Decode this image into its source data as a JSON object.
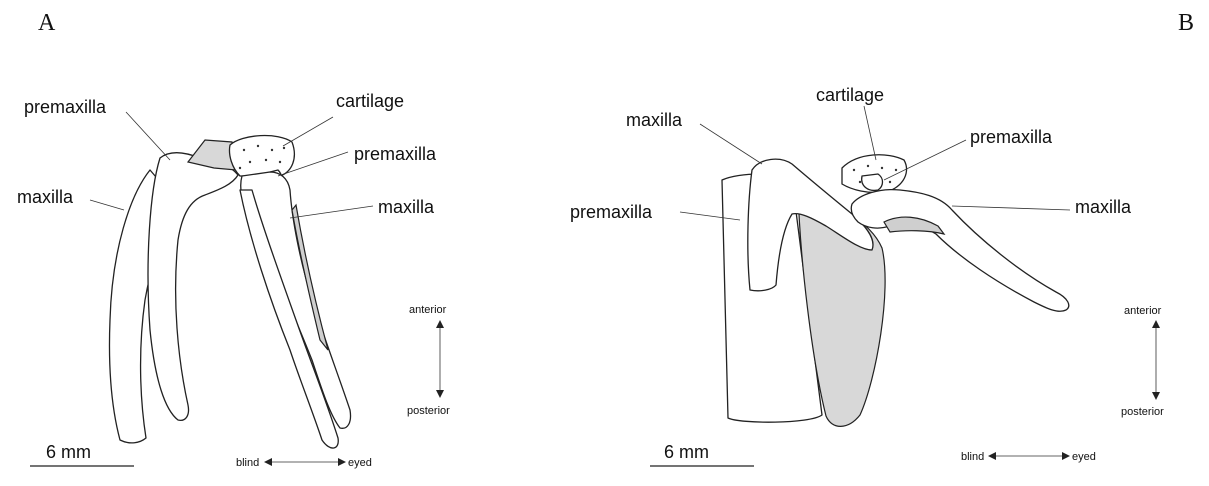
{
  "panels": [
    {
      "letter": "A",
      "labels": {
        "premaxilla_left": "premaxilla",
        "cartilage": "cartilage",
        "premaxilla_right": "premaxilla",
        "maxilla_left": "maxilla",
        "maxilla_right": "maxilla"
      },
      "scale_bar": "6 mm",
      "orientation": {
        "top": "anterior",
        "bottom": "posterior",
        "left": "blind",
        "right": "eyed"
      }
    },
    {
      "letter": "B",
      "labels": {
        "maxilla_top": "maxilla",
        "cartilage": "cartilage",
        "premaxilla_right": "premaxilla",
        "premaxilla_left": "premaxilla",
        "maxilla_right": "maxilla"
      },
      "scale_bar": "6 mm",
      "orientation": {
        "top": "anterior",
        "bottom": "posterior",
        "left": "blind",
        "right": "eyed"
      }
    }
  ]
}
